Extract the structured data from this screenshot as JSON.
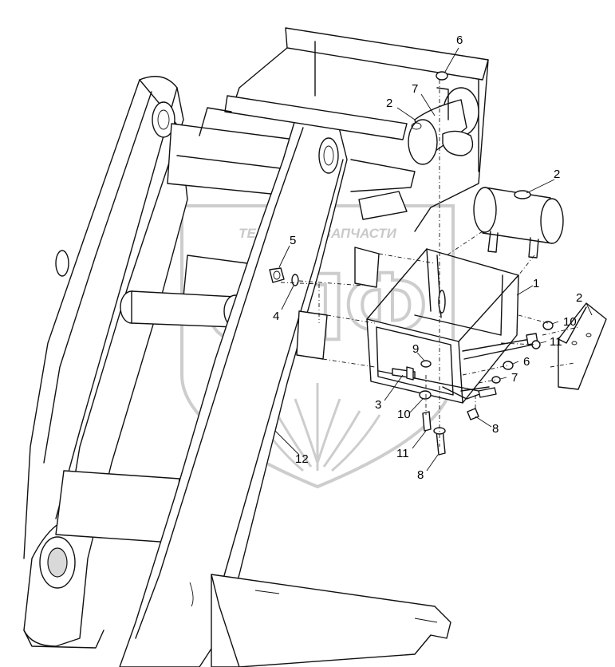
{
  "watermark": {
    "text": "ТЕХНИКА ⚙ ЗАПЧАСТИ",
    "logo_letters": "ЭПФ",
    "color": "#c4c4c4"
  },
  "callouts": [
    {
      "id": "c6a",
      "label": "6"
    },
    {
      "id": "c7a",
      "label": "7"
    },
    {
      "id": "c2a",
      "label": "2"
    },
    {
      "id": "c2b",
      "label": "2"
    },
    {
      "id": "c5",
      "label": "5"
    },
    {
      "id": "c4",
      "label": "4"
    },
    {
      "id": "c1",
      "label": "1"
    },
    {
      "id": "c2c",
      "label": "2"
    },
    {
      "id": "c10a",
      "label": "10"
    },
    {
      "id": "c11a",
      "label": "11"
    },
    {
      "id": "c9",
      "label": "9"
    },
    {
      "id": "c6b",
      "label": "6"
    },
    {
      "id": "c7b",
      "label": "7"
    },
    {
      "id": "c3",
      "label": "3"
    },
    {
      "id": "c10b",
      "label": "10"
    },
    {
      "id": "c8a",
      "label": "8"
    },
    {
      "id": "c11b",
      "label": "11"
    },
    {
      "id": "c8b",
      "label": "8"
    },
    {
      "id": "c12",
      "label": "12"
    }
  ]
}
